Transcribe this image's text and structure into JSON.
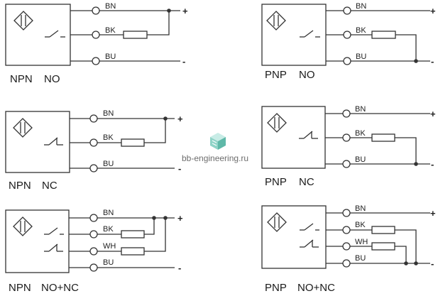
{
  "watermark": "bb-engineering.ru",
  "colors": {
    "line": "#333333",
    "watermark_icon": [
      "#8fd3c7",
      "#5fb8a8",
      "#c8ece6"
    ]
  },
  "diagrams": [
    {
      "type": "NPN",
      "mode": "NO",
      "wires": [
        {
          "name": "BN",
          "sign": "+"
        },
        {
          "name": "BK"
        },
        {
          "name": "BU",
          "sign": "-"
        }
      ]
    },
    {
      "type": "PNP",
      "mode": "NO",
      "wires": [
        {
          "name": "BN",
          "sign": "+"
        },
        {
          "name": "BK"
        },
        {
          "name": "BU",
          "sign": "-"
        }
      ]
    },
    {
      "type": "NPN",
      "mode": "NC",
      "wires": [
        {
          "name": "BN",
          "sign": "+"
        },
        {
          "name": "BK"
        },
        {
          "name": "BU",
          "sign": "-"
        }
      ]
    },
    {
      "type": "PNP",
      "mode": "NC",
      "wires": [
        {
          "name": "BN",
          "sign": "+"
        },
        {
          "name": "BK"
        },
        {
          "name": "BU",
          "sign": "-"
        }
      ]
    },
    {
      "type": "NPN",
      "mode": "NO+NC",
      "wires": [
        {
          "name": "BN",
          "sign": "+"
        },
        {
          "name": "BK"
        },
        {
          "name": "WH"
        },
        {
          "name": "BU",
          "sign": "-"
        }
      ]
    },
    {
      "type": "PNP",
      "mode": "NO+NC",
      "wires": [
        {
          "name": "BN",
          "sign": "+"
        },
        {
          "name": "BK"
        },
        {
          "name": "WH"
        },
        {
          "name": "BU",
          "sign": "-"
        }
      ]
    }
  ]
}
